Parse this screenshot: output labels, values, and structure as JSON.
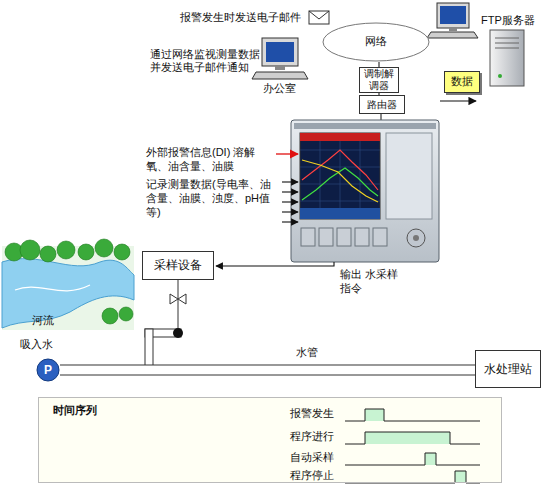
{
  "diagram": {
    "nodes": [
      {
        "text": [
          "网络"
        ]
      },
      {
        "text": [
          "调制解调器"
        ]
      },
      {
        "text": [
          "路由器"
        ]
      },
      {
        "text": [
          "数据"
        ]
      },
      {
        "text": [
          "采样设备"
        ]
      },
      {
        "text": [
          "P"
        ]
      },
      {
        "text": [
          "水处理站"
        ]
      },
      {
        "text": [
          "时间序列"
        ]
      }
    ],
    "edges": [
      {
        "from": 0,
        "to": 1,
        "arrow": "none"
      },
      {
        "from": 1,
        "to": 2,
        "arrow": "none"
      },
      {
        "from": 5,
        "to": 6,
        "label": "水管",
        "arrow": "none"
      }
    ],
    "labels": [
      "报警发生时发送电子邮件",
      "FTP服务器",
      "通过网络监视测量数据 并发送电子邮件通知",
      "办公室",
      "外部报警信息(DI) 溶解氧、油含量、油膜",
      "记录测量数据(导电率、油含量、油膜、浊度、pH值等)",
      "输出 水采样指令",
      "河流",
      "吸入水",
      "报警发生",
      "程序进行",
      "自动采样",
      "程序停止"
    ]
  }
}
